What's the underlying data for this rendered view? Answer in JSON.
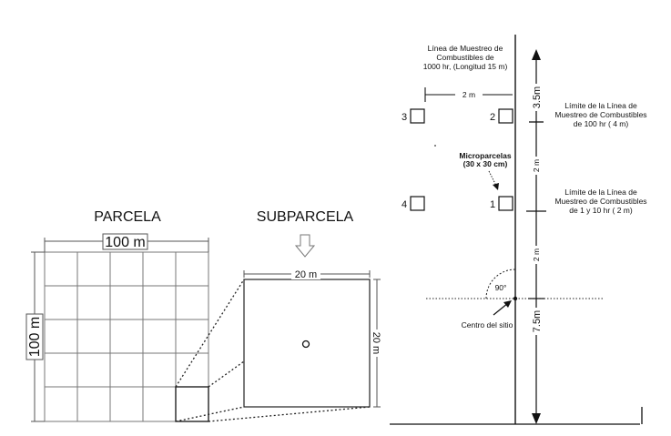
{
  "left": {
    "parcela_title": "PARCELA",
    "subparcela_title": "SUBPARCELA",
    "plot_width_label": "100 m",
    "plot_height_label": "100 m",
    "subplot_width_label": "20 m",
    "subplot_height_label": "20 m"
  },
  "right": {
    "linea_1000hr": [
      "Línea de Muestreo de",
      "Combustibles de",
      "1000 hr, (Longitud 15 m)"
    ],
    "limite_100hr": [
      "Límite de la Línea de",
      "Muestreo de Combustibles",
      "de 100 hr ( 4 m)"
    ],
    "limite_1_10hr": [
      "Límite de la Línea de",
      "Muestreo de Combustibles",
      "de 1 y 10 hr ( 2 m)"
    ],
    "microparcelas": [
      "Microparcelas",
      "(30 x 30 cm)"
    ],
    "centro": "Centro del sitio",
    "angle": "90°",
    "dim_2m_top": "2 m",
    "dim_3_5m": "3.5m",
    "dim_2m_a": "2 m",
    "dim_2m_b": "2 m",
    "dim_7_5m": "7.5m",
    "box_labels": [
      "3",
      "2",
      "4",
      "1"
    ]
  },
  "colors": {
    "line": "#111111",
    "grid": "#777777",
    "dotted": "#222222"
  }
}
